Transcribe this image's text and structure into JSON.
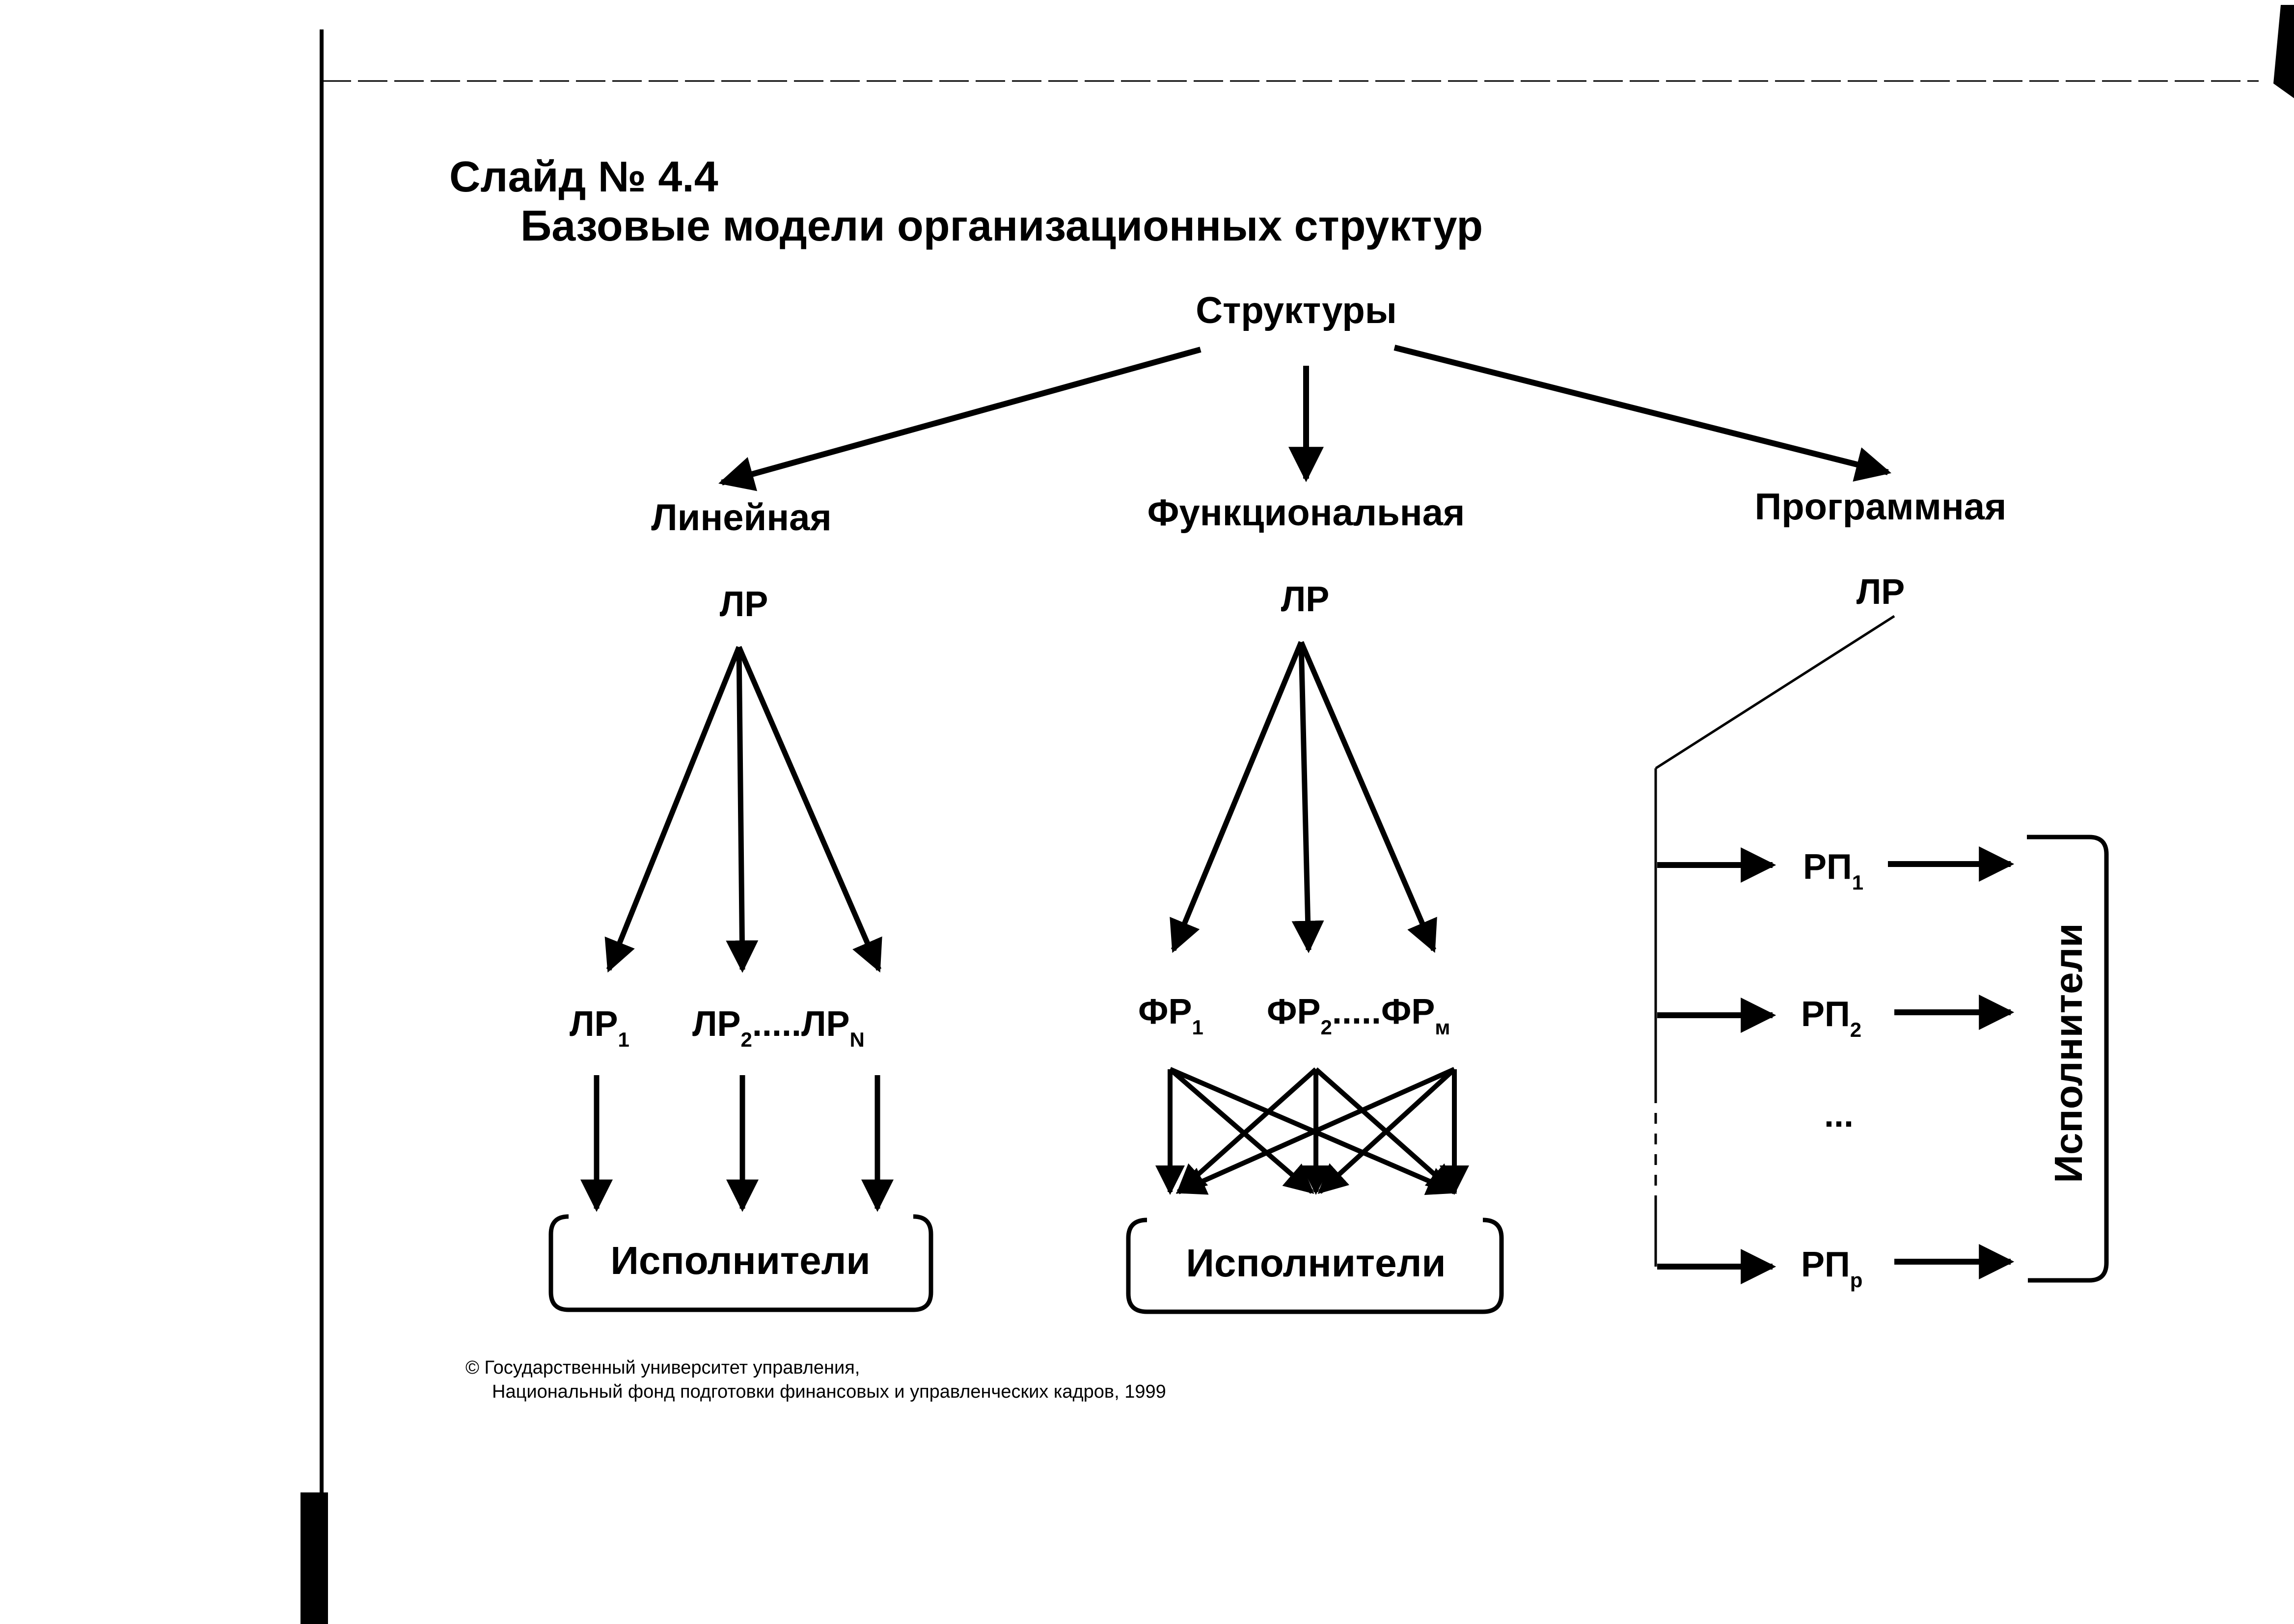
{
  "slide_number": "Слайд № 4.4",
  "title": "Базовые модели организационных структур",
  "root": "Структуры",
  "branches": {
    "linear": {
      "label": "Линейная",
      "manager": "ЛР",
      "sub_manager_base": "ЛР",
      "sub_indices": [
        "1",
        "2",
        "N"
      ],
      "separator": ".....",
      "executors": "Исполнители"
    },
    "functional": {
      "label": "Функциональная",
      "manager": "ЛР",
      "sub_manager_base": "ФР",
      "sub_indices": [
        "1",
        "2",
        "м"
      ],
      "separator": ".....",
      "executors": "Исполнители"
    },
    "program": {
      "label": "Программная",
      "manager": "ЛР",
      "project_base": "РП",
      "project_indices": [
        "1",
        "2",
        "р"
      ],
      "ellipsis": "...",
      "executors": "Исполнители"
    }
  },
  "credit": {
    "line1": "© Государственный университет управления,",
    "line2": "Национальный фонд подготовки финансовых и управленческих кадров, 1999"
  }
}
